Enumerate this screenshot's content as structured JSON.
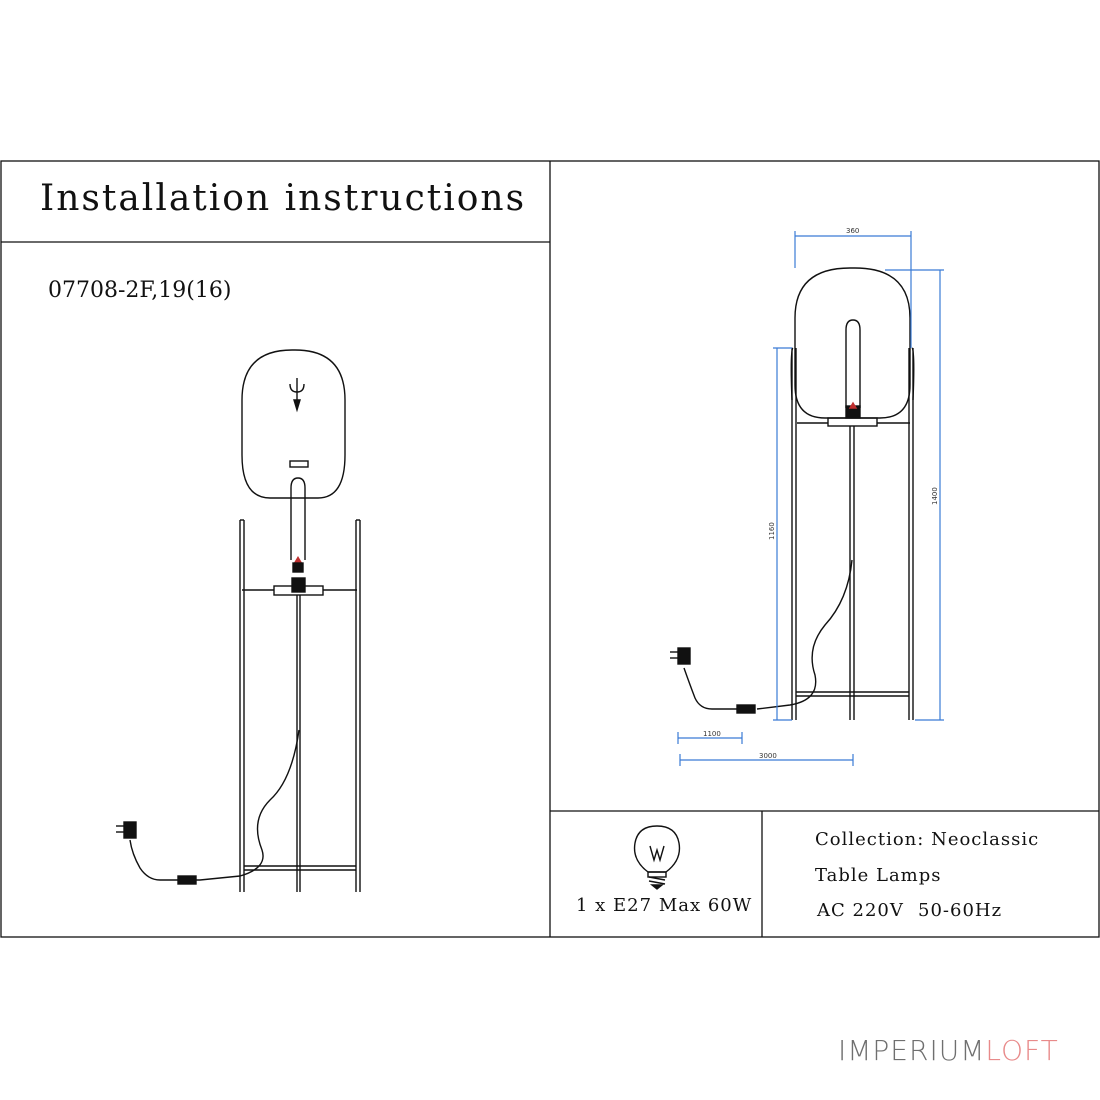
{
  "header": {
    "title": "Installation instructions"
  },
  "product": {
    "model": "07708-2F,19(16)"
  },
  "dimensions": {
    "width_top": "360",
    "height_total": "1400",
    "height_frame": "1160",
    "cable_plug": "1100",
    "cable_total": "3000"
  },
  "specs": {
    "bulb": "1 x E27 Max 60W",
    "collection": "Collection: Neoclassic",
    "type": "Table Lamps",
    "voltage": "AC 220V",
    "frequency": "50-60Hz"
  },
  "brand": {
    "part1": "IMPERIUM",
    "part2": "LOFT"
  },
  "colors": {
    "line": "#111111",
    "dimension": "#3a7bd5",
    "brand_gray": "#6f6f6f",
    "brand_pink": "#e88a8a"
  }
}
